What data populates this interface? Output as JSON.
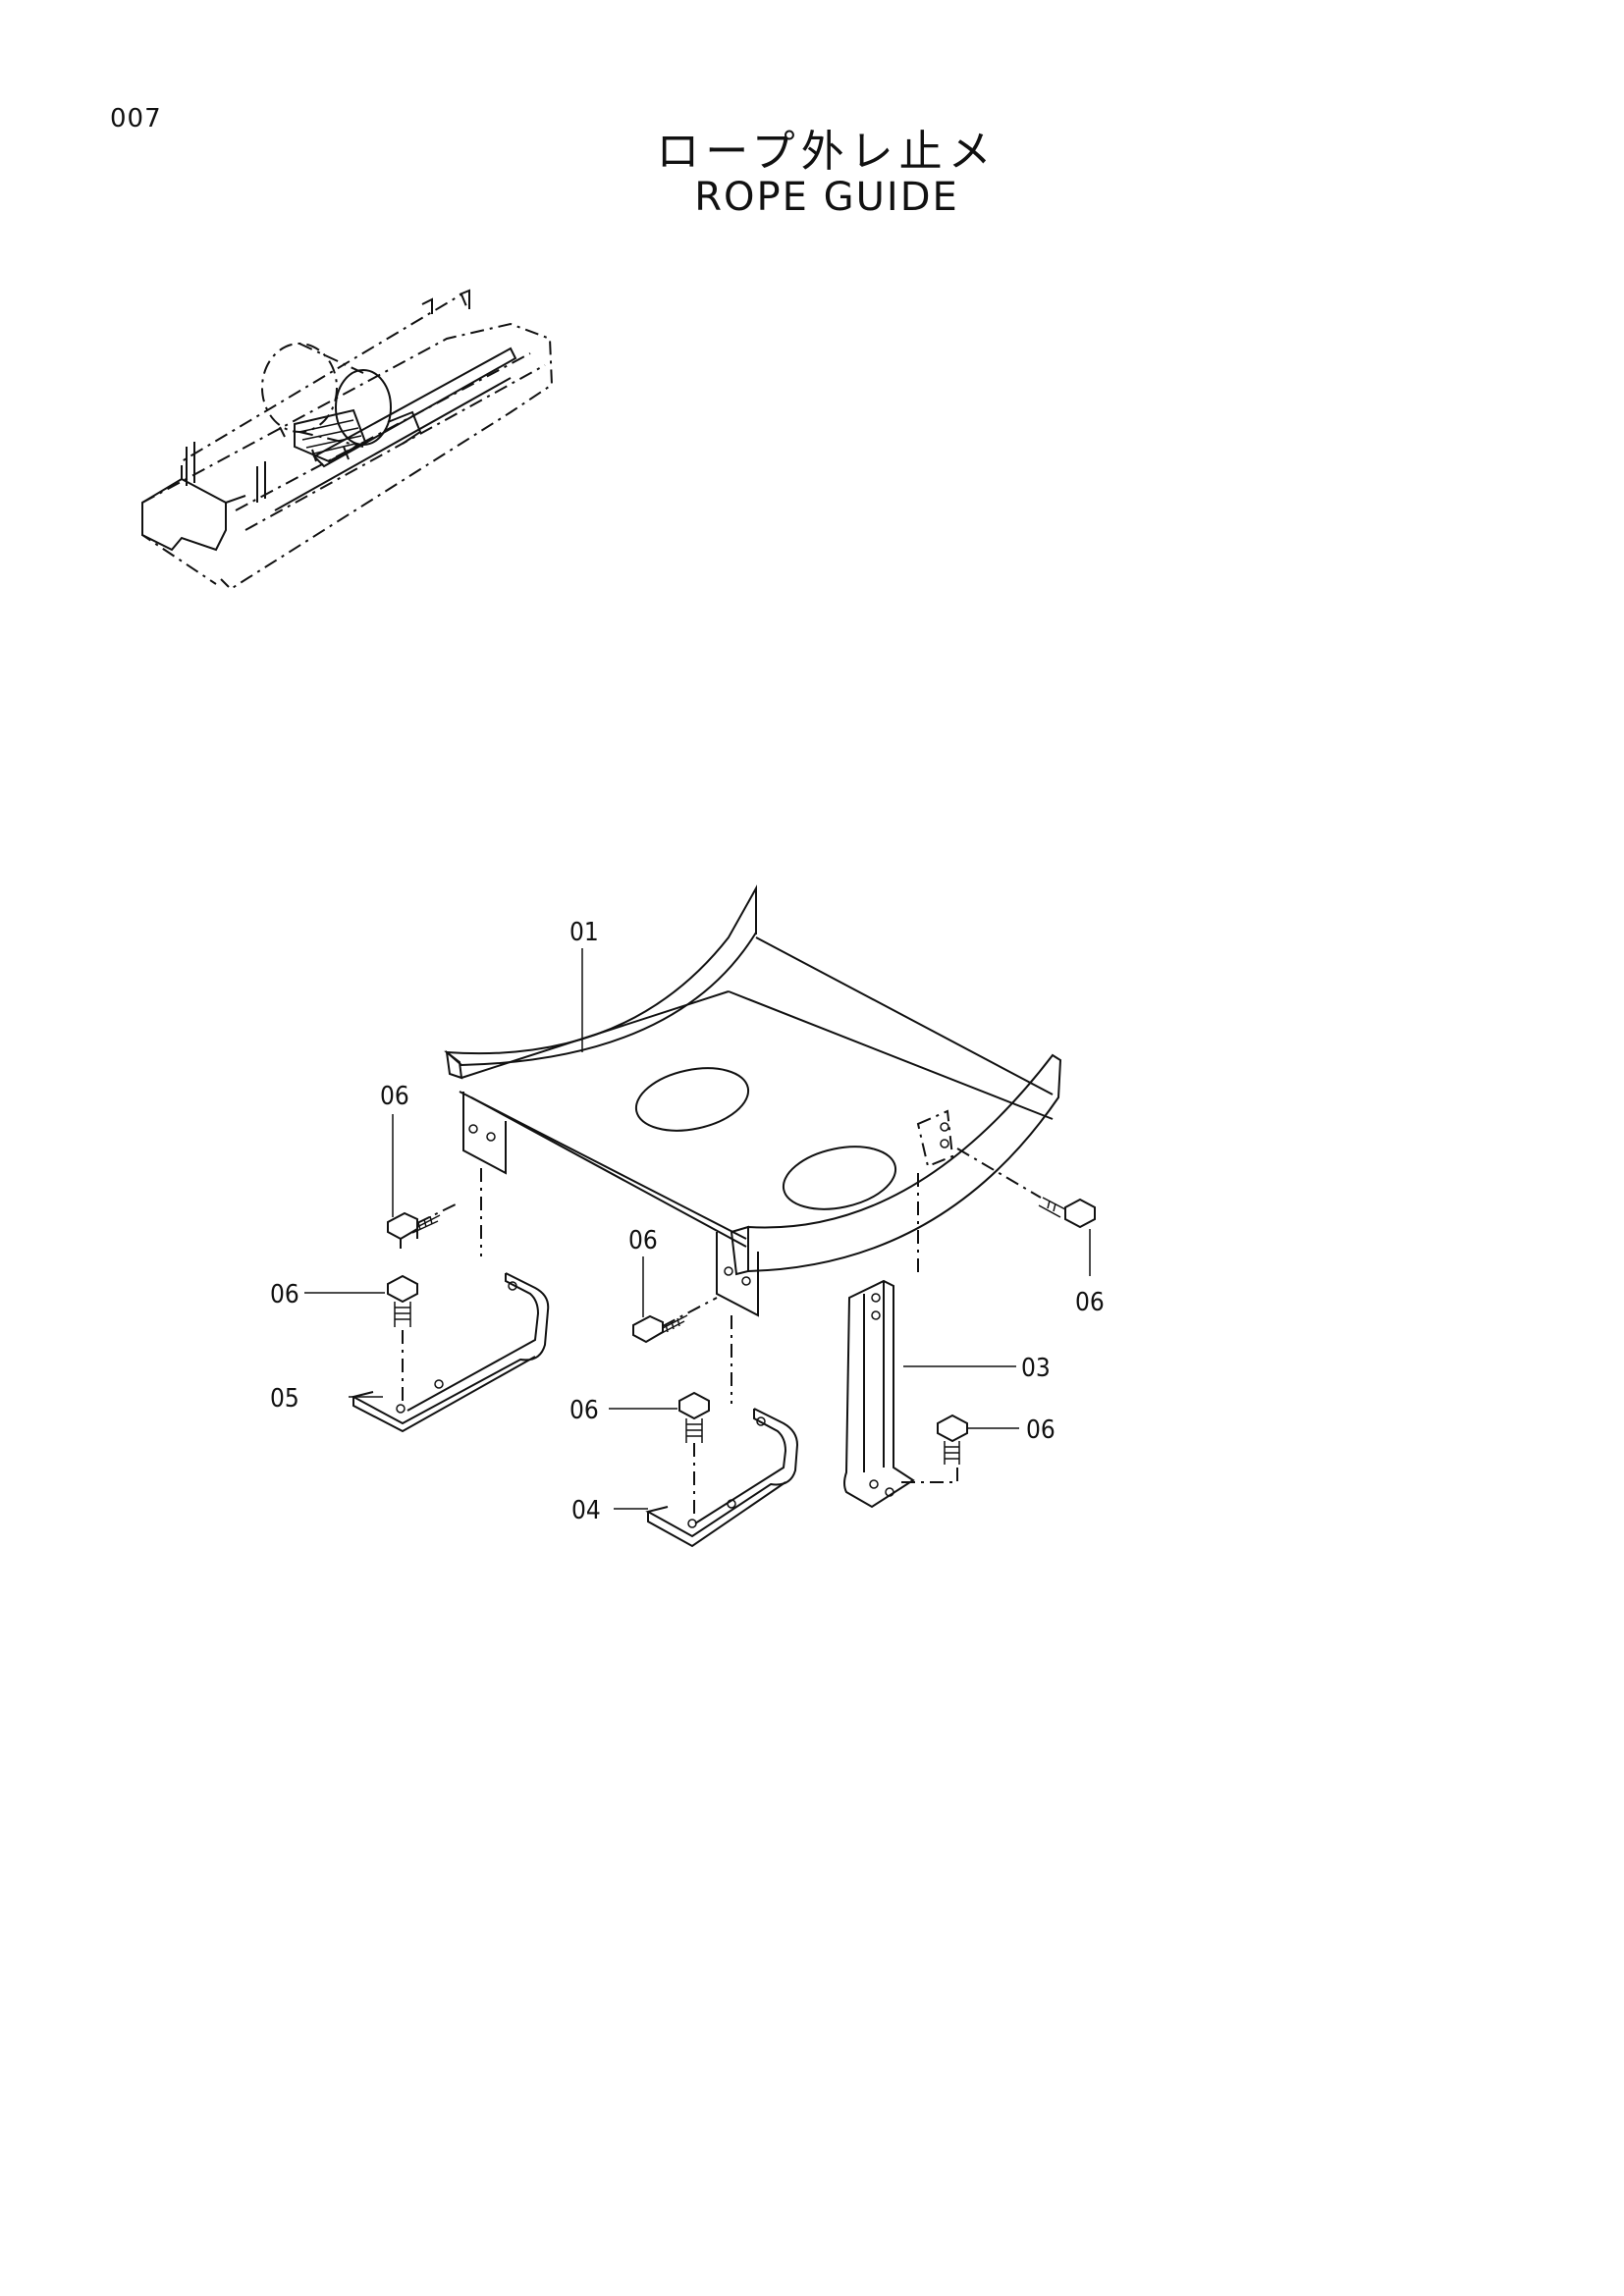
{
  "page": {
    "number": "007"
  },
  "title": {
    "japanese": "ロープ外レ止メ",
    "english": "ROPE GUIDE"
  },
  "callouts": {
    "c01": "01",
    "c03": "03",
    "c04": "04",
    "c05": "05",
    "c06a": "06",
    "c06b": "06",
    "c06c": "06",
    "c06d": "06",
    "c06e": "06",
    "c06f": "06"
  }
}
